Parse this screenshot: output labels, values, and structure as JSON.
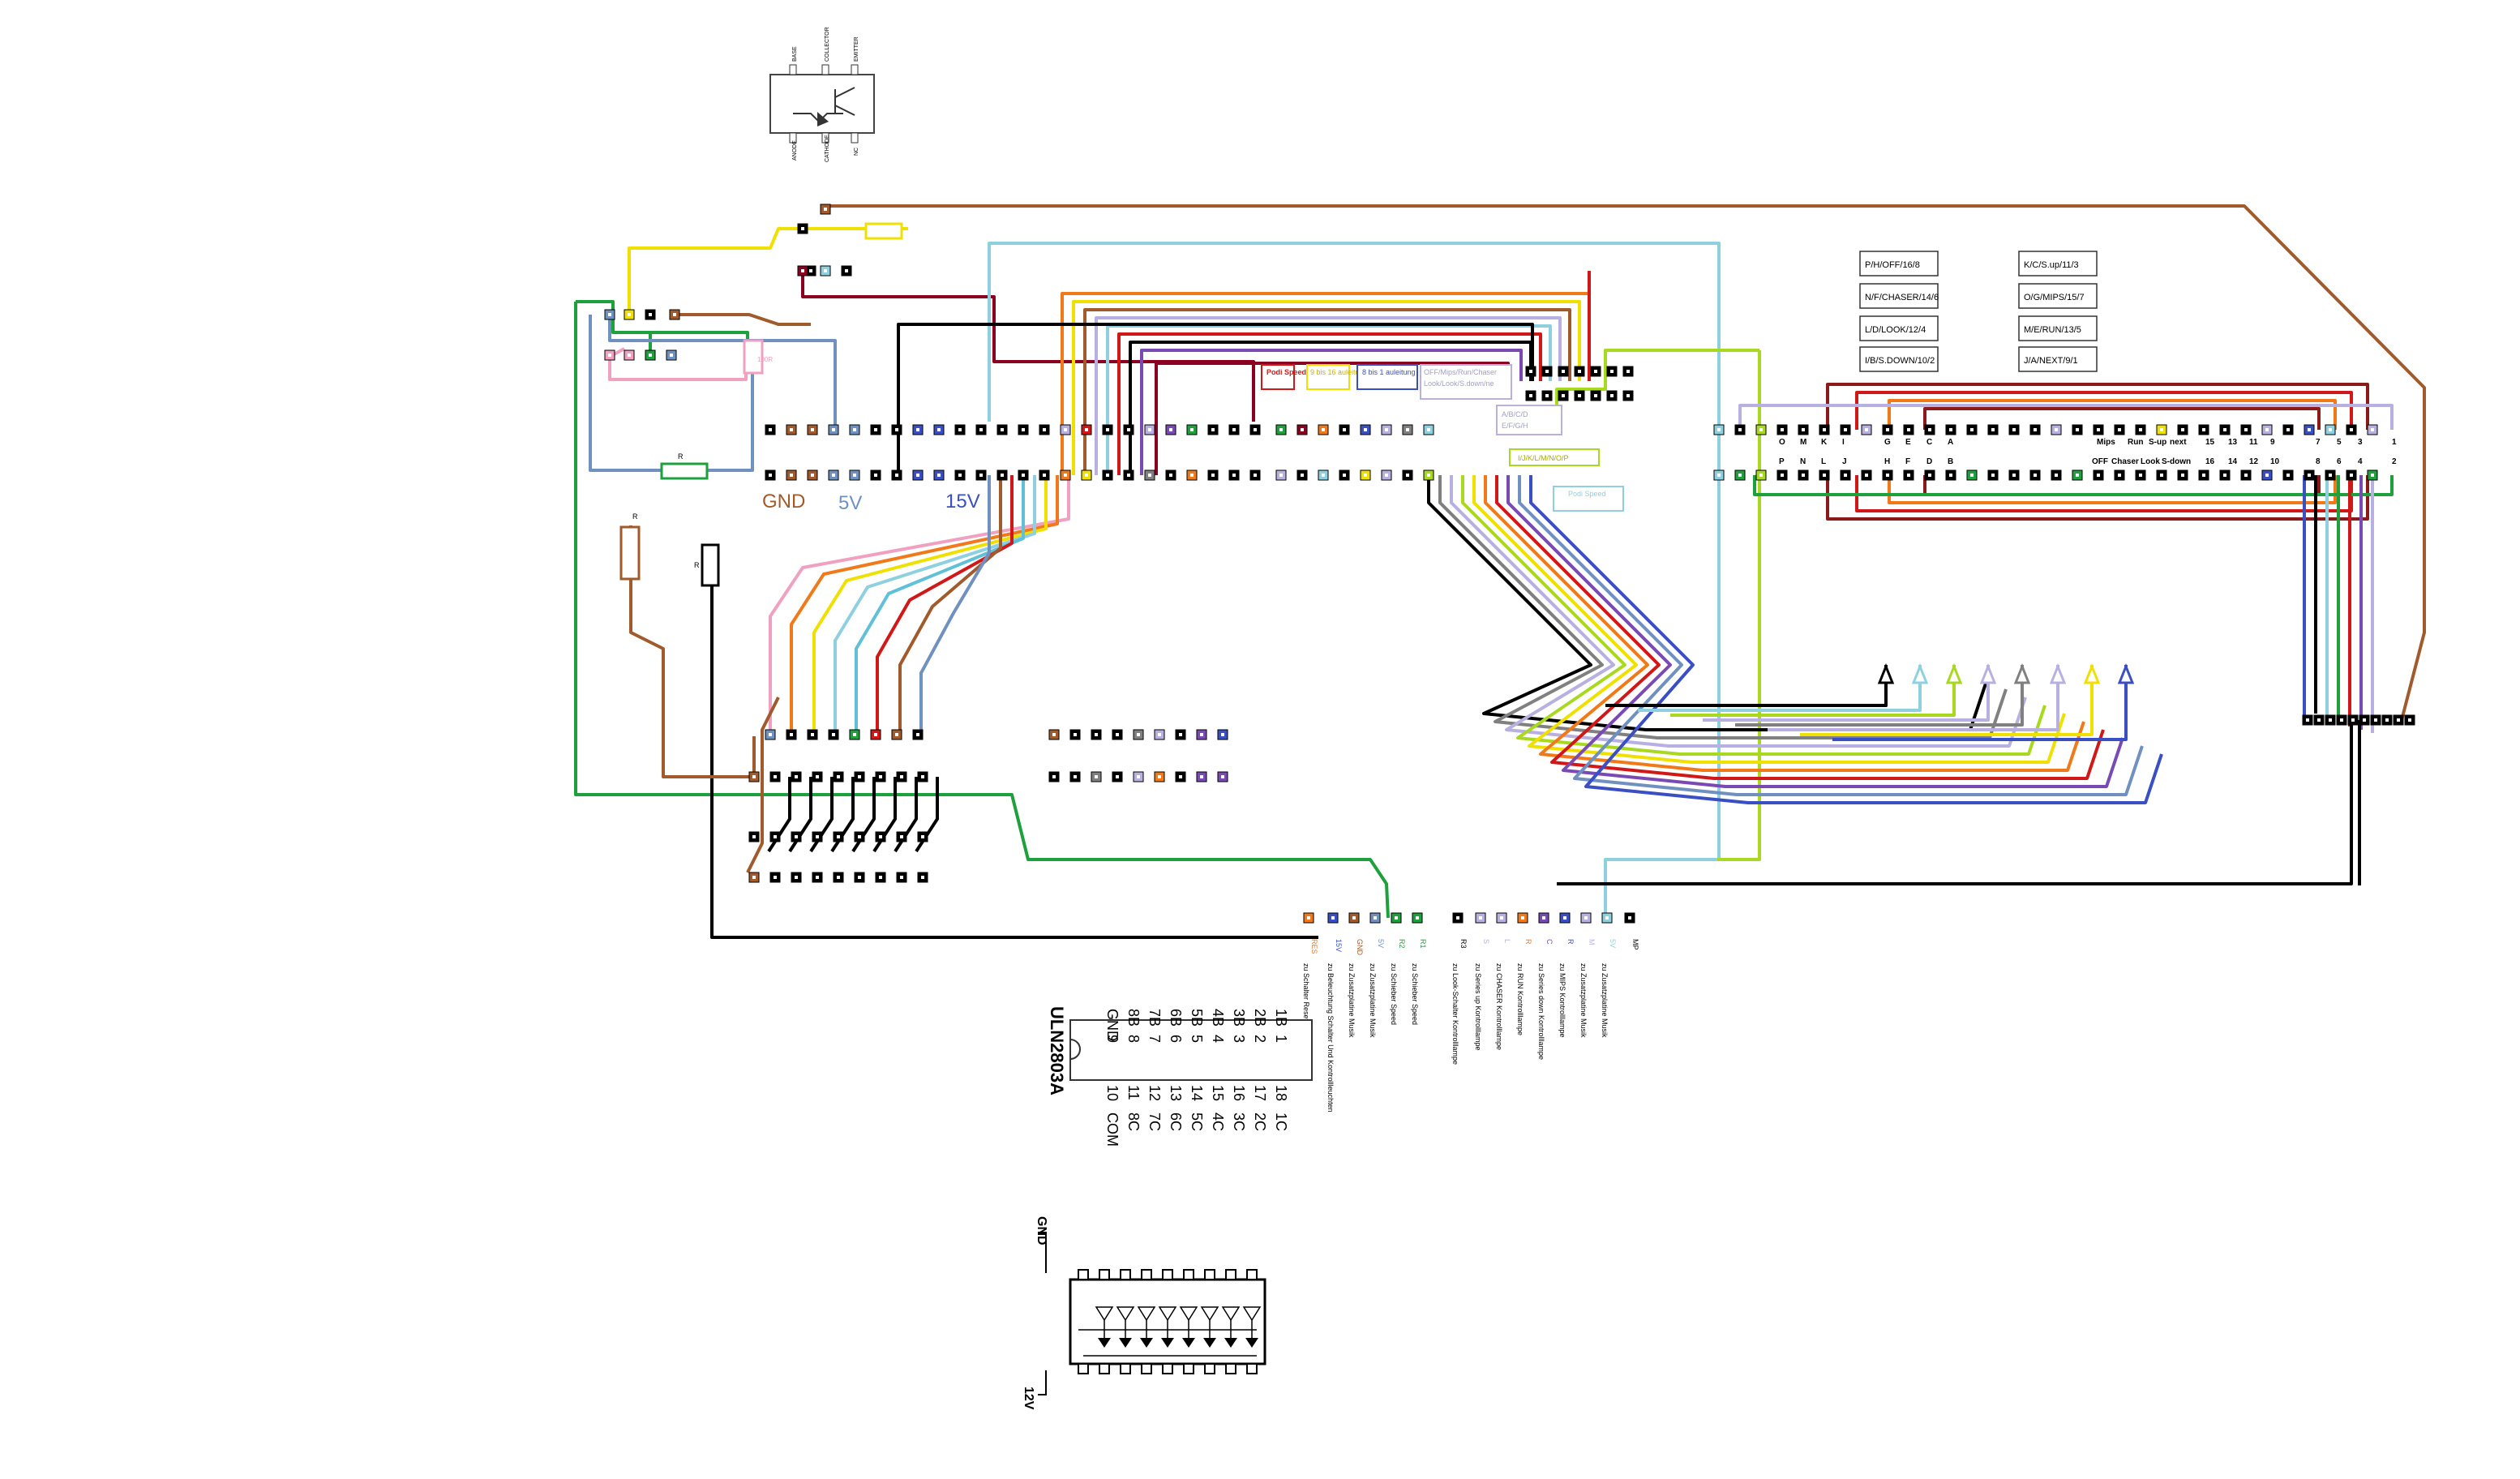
{
  "rail_labels": {
    "gnd": "GND",
    "v5": "5V",
    "v15": "15V"
  },
  "mapping_boxes": [
    "P/H/OFF/16/8",
    "K/C/S.up/11/3",
    "N/F/CHASER/14/6",
    "O/G/MIPS/15/7",
    "L/D/LOOK/12/4",
    "M/E/RUN/13/5",
    "I/B/S.DOWN/10/2",
    "J/A/NEXT/9/1"
  ],
  "small_labels": {
    "podi_speed_red": "Podi Speed",
    "podi_speed_cyan": "Podi Speed",
    "eight_bis_one": "8 bis 1 auleitung",
    "yellow_box": "9 bis 16 auleitung",
    "off_mips": "OFF/Mips/Run/Chaser",
    "look": "Look/Look/S.down/ne",
    "abcd": "A/B/C/D",
    "efgh": "E/F/G/H",
    "ijklmnop": "I/J/K/L/M/N/O/P"
  },
  "row1_labels": [
    "O",
    "M",
    "K",
    "I",
    "G",
    "E",
    "C",
    "A",
    "Mips",
    "Run",
    "S-up",
    "next",
    "15",
    "13",
    "11",
    "9",
    "7",
    "5",
    "3",
    "1"
  ],
  "row2_labels": [
    "P",
    "N",
    "L",
    "J",
    "H",
    "F",
    "D",
    "B",
    "OFF",
    "Chaser",
    "Look",
    "S-down",
    "16",
    "14",
    "12",
    "10",
    "8",
    "6",
    "4",
    "2"
  ],
  "rotated_labels": [
    "zu Schalter Reset",
    "zu Beleuchtung Schalter Und Kontrollleuchten",
    "zu Zusatzplatine Musik",
    "zu Zusatzplatine Musik",
    "zu Schieber Speed",
    "zu Schieber Speed",
    "zu Look-Schalter Kontrolllampe",
    "zu Series up Kontrolllampe",
    "zu CHASER Kontrolllampe",
    "zu RUN Kontrolllampe",
    "zu Series down Kontrolllampe",
    "zu MIPS Kontrolllampe",
    "zu Zusatzplatine Musik",
    "zu Zusatzplatine Musik"
  ],
  "rotated_heads": [
    "RES",
    "15V",
    "GND",
    "5V",
    "R2",
    "R1",
    "R3",
    "S",
    "L",
    "R",
    "C",
    "R",
    "M",
    "5V",
    "MP",
    "MP"
  ],
  "ic": {
    "name": "ULN2803A",
    "left_pins": [
      [
        "1B",
        "1"
      ],
      [
        "2B",
        "2"
      ],
      [
        "3B",
        "3"
      ],
      [
        "4B",
        "4"
      ],
      [
        "5B",
        "5"
      ],
      [
        "6B",
        "6"
      ],
      [
        "7B",
        "7"
      ],
      [
        "8B",
        "8"
      ],
      [
        "GND",
        "9"
      ]
    ],
    "right_pins": [
      [
        "1C",
        "18"
      ],
      [
        "2C",
        "17"
      ],
      [
        "3C",
        "16"
      ],
      [
        "4C",
        "15"
      ],
      [
        "5C",
        "14"
      ],
      [
        "6C",
        "13"
      ],
      [
        "7C",
        "12"
      ],
      [
        "8C",
        "11"
      ],
      [
        "COM",
        "10"
      ]
    ]
  },
  "bottom_ic": {
    "gnd_label": "GND",
    "v12_label": "12V"
  },
  "resistor_labels": {
    "r1": "R",
    "r2": "R",
    "r3": "R",
    "top_res": "100R"
  },
  "optocoupler": {
    "top": [
      "BASE",
      "COLLECTOR",
      "EMITTER"
    ],
    "bottom": [
      "ANODE",
      "CATHODE",
      "NC"
    ]
  },
  "colors": {
    "brown": "#a05a2c",
    "black": "#000000",
    "blue": "#3a4fc4",
    "lightblue": "#8fd0e0",
    "red": "#d01818",
    "darkred": "#8b0020",
    "green": "#1ea03c",
    "lime": "#a8d820",
    "yellow": "#f0e000",
    "orange": "#f07a1a",
    "pink": "#f0a0c0",
    "purple": "#7a4ab4",
    "lavender": "#b8b0e0",
    "gray": "#808080",
    "steel": "#7090c0",
    "cyan": "#60c0d8",
    "maroon": "#8b1a1a"
  }
}
